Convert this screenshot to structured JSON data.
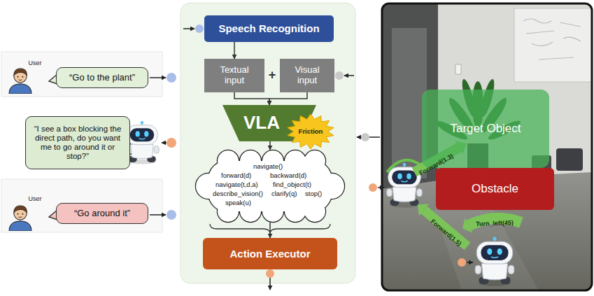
{
  "diagram": {
    "nodes": [
      {
        "text": [
          "“Go to the plant”"
        ]
      },
      {
        "text": [
          "“I see a box blocking the direct path, do you want me to go around it or stop?”"
        ]
      },
      {
        "text": [
          "“Go around it”"
        ]
      },
      {
        "text": [
          "Speech Recognition"
        ]
      },
      {
        "text": [
          "Textual input"
        ]
      },
      {
        "text": [
          "Visual input"
        ]
      },
      {
        "text": [
          "VLA"
        ]
      },
      {
        "text": [
          "Friction"
        ]
      },
      {
        "text": [
          "navigate()",
          "forward(d)",
          "backward(d)",
          "navigate(t,d,a)",
          "find_object(t)",
          "describe_vision()",
          "clarify(q)",
          "stop()",
          "speak(u)"
        ]
      },
      {
        "text": [
          "Action Executor"
        ]
      },
      {
        "text": [
          "Target Object"
        ]
      },
      {
        "text": [
          "Obstacle"
        ]
      }
    ],
    "edges": [
      {
        "from": 3,
        "to": 4,
        "arrow": "to"
      },
      {
        "from": 4,
        "to": 6,
        "arrow": "to"
      },
      {
        "from": 5,
        "to": 6,
        "arrow": "to"
      },
      {
        "from": 6,
        "to": 8,
        "arrow": "to"
      },
      {
        "from": 8,
        "to": 9,
        "arrow": "to"
      }
    ],
    "labels": [
      "User",
      "User",
      "+",
      "Forward(1.3)",
      "Forward(1.5)",
      "Turn_left(45)"
    ]
  }
}
